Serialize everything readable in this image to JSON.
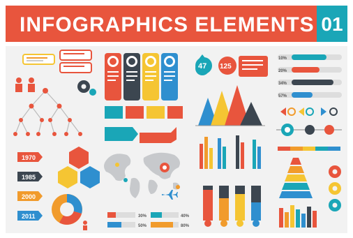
{
  "header": {
    "title": "INFOGRAPHICS ELEMENTS",
    "number": "01"
  },
  "colors": {
    "banner_red": "#e8553d",
    "badge_teal": "#1aa6b7",
    "panel_gray": "#f2f2f2",
    "accent_orange": "#f19b2c",
    "accent_yellow": "#f5c533",
    "accent_blue": "#2f8fcf",
    "accent_dark": "#3c4650"
  },
  "top_stats": {
    "circle_value": "47",
    "circle_value_2": "125"
  },
  "timeline_years": [
    "1970",
    "1985",
    "2000",
    "2011"
  ],
  "bar_percents": [
    "10%",
    "20%",
    "34%",
    "57%"
  ],
  "bottom_percents": [
    "30%",
    "50%",
    "40%",
    "80%"
  ],
  "icons": [
    "people-icon",
    "gear-icon",
    "tree-diagram-icon",
    "pin-icon",
    "world-map-icon",
    "airplane-icon",
    "pie-chart-icon",
    "arrows-icon"
  ]
}
